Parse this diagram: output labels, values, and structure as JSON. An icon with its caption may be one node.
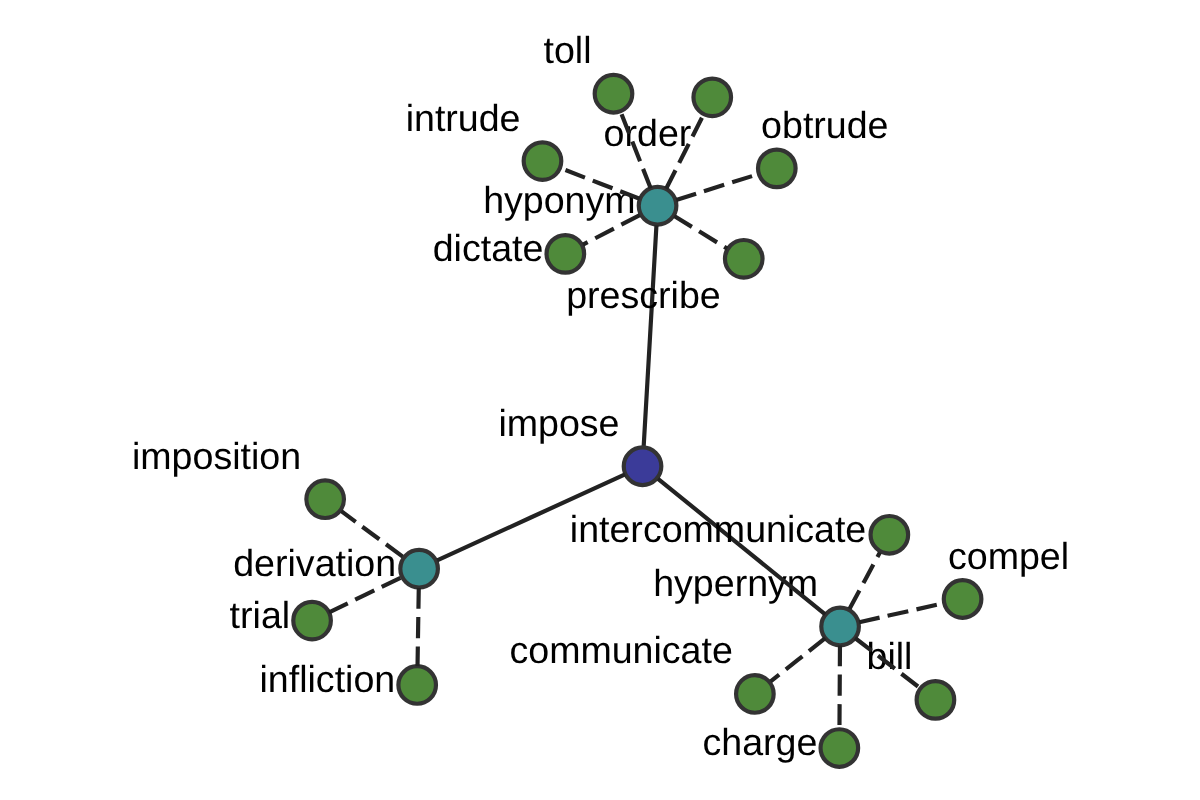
{
  "diagram": {
    "nodes": [
      {
        "text": [
          "impose"
        ]
      },
      {
        "text": [
          "hypernym"
        ]
      },
      {
        "text": [
          "derivation"
        ]
      },
      {
        "text": [
          "hyponym"
        ]
      },
      {
        "text": [
          "compel"
        ]
      },
      {
        "text": [
          "intercommunicate"
        ]
      },
      {
        "text": [
          "communicate"
        ]
      },
      {
        "text": [
          "bill"
        ]
      },
      {
        "text": [
          "charge"
        ]
      },
      {
        "text": [
          "infliction"
        ]
      },
      {
        "text": [
          "imposition"
        ]
      },
      {
        "text": [
          "trial"
        ]
      },
      {
        "text": [
          "obtrude"
        ]
      },
      {
        "text": [
          "order"
        ]
      },
      {
        "text": [
          "toll"
        ]
      },
      {
        "text": [
          "dictate"
        ]
      },
      {
        "text": [
          "prescribe"
        ]
      },
      {
        "text": [
          "intrude"
        ]
      }
    ],
    "edges": [
      {
        "from": 0,
        "to": 1,
        "arrow": "none"
      },
      {
        "from": 0,
        "to": 2,
        "arrow": "none"
      },
      {
        "from": 0,
        "to": 3,
        "arrow": "none"
      },
      {
        "from": 1,
        "to": 4,
        "arrow": "none",
        "style": "dashed"
      },
      {
        "from": 1,
        "to": 5,
        "arrow": "none",
        "style": "dashed"
      },
      {
        "from": 1,
        "to": 6,
        "arrow": "none",
        "style": "dashed"
      },
      {
        "from": 1,
        "to": 7,
        "arrow": "none",
        "style": "dashed"
      },
      {
        "from": 1,
        "to": 8,
        "arrow": "none",
        "style": "dashed"
      },
      {
        "from": 2,
        "to": 9,
        "arrow": "none",
        "style": "dashed"
      },
      {
        "from": 2,
        "to": 10,
        "arrow": "none",
        "style": "dashed"
      },
      {
        "from": 2,
        "to": 11,
        "arrow": "none",
        "style": "dashed"
      },
      {
        "from": 3,
        "to": 12,
        "arrow": "none",
        "style": "dashed"
      },
      {
        "from": 3,
        "to": 13,
        "arrow": "none",
        "style": "dashed"
      },
      {
        "from": 3,
        "to": 14,
        "arrow": "none",
        "style": "dashed"
      },
      {
        "from": 3,
        "to": 15,
        "arrow": "none",
        "style": "dashed"
      },
      {
        "from": 3,
        "to": 16,
        "arrow": "none",
        "style": "dashed"
      },
      {
        "from": 3,
        "to": 17,
        "arrow": "none",
        "style": "dashed"
      }
    ]
  }
}
